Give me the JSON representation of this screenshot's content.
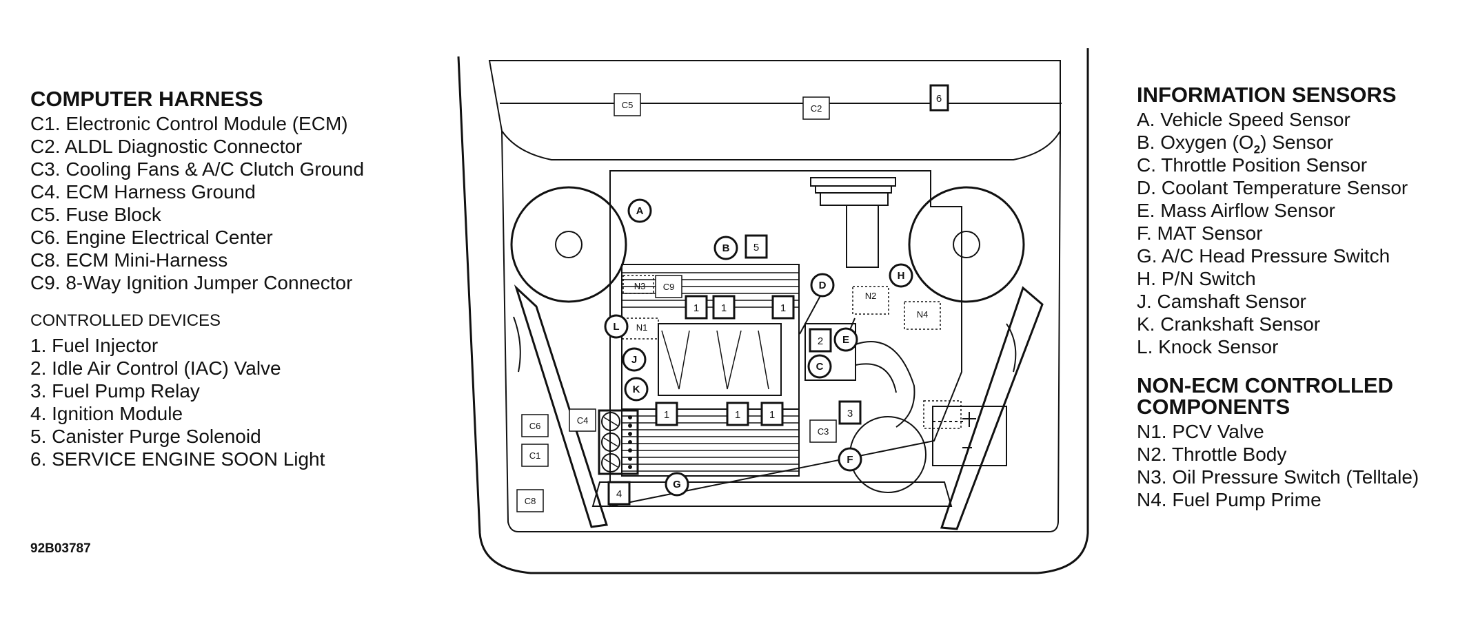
{
  "computer_harness": {
    "heading": "COMPUTER HARNESS",
    "items": [
      "C1. Electronic Control Module (ECM)",
      "C2. ALDL Diagnostic Connector",
      "C3. Cooling Fans & A/C Clutch Ground",
      "C4. ECM Harness Ground",
      "C5. Fuse Block",
      "C6. Engine Electrical Center",
      "C8. ECM Mini-Harness",
      "C9. 8-Way Ignition Jumper Connector"
    ]
  },
  "controlled_devices": {
    "heading": "CONTROLLED DEVICES",
    "items": [
      "1. Fuel Injector",
      "2. Idle Air Control (IAC) Valve",
      "3. Fuel Pump Relay",
      "4. Ignition Module",
      "5. Canister Purge Solenoid",
      "6. SERVICE ENGINE SOON Light"
    ]
  },
  "information_sensors": {
    "heading": "INFORMATION SENSORS",
    "items": [
      "A. Vehicle Speed Sensor",
      "B. Oxygen (O",
      "C. Throttle Position Sensor",
      "D. Coolant Temperature Sensor",
      "E. Mass Airflow Sensor",
      "F. MAT Sensor",
      "G. A/C Head Pressure Switch",
      "H. P/N Switch",
      "J. Camshaft Sensor",
      "K. Crankshaft Sensor",
      "L. Knock Sensor"
    ],
    "oxygen_subscript": "2",
    "oxygen_suffix": ") Sensor"
  },
  "non_ecm": {
    "heading_line1": "NON-ECM CONTROLLED",
    "heading_line2": "COMPONENTS",
    "items": [
      "N1. PCV Valve",
      "N2. Throttle Body",
      "N3. Oil Pressure Switch (Telltale)",
      "N4. Fuel Pump Prime"
    ]
  },
  "figure_code": "92B03787",
  "diagram": {
    "connector_labels": {
      "c5": "C5",
      "c2": "C2",
      "c9": "C9",
      "c4": "C4",
      "c6": "C6",
      "c1": "C1",
      "c8": "C8",
      "c3": "C3"
    },
    "device_labels": {
      "d6": "6",
      "d5": "5",
      "d1": "1",
      "d2": "2",
      "d3": "3",
      "d4": "4"
    },
    "sensor_labels": {
      "a": "A",
      "b": "B",
      "c": "C",
      "d": "D",
      "e": "E",
      "f": "F",
      "g": "G",
      "h": "H",
      "j": "J",
      "k": "K",
      "l": "L"
    },
    "non_ecm_labels": {
      "n1": "N1",
      "n2": "N2",
      "n3": "N3",
      "n4": "N4"
    }
  }
}
